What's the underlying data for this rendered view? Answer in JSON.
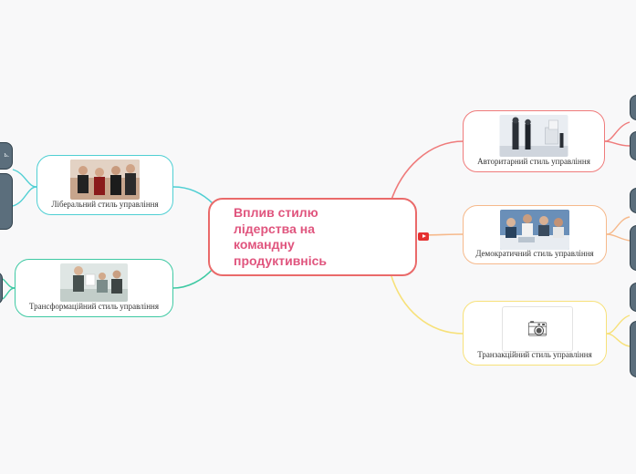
{
  "central_topic": "Вплив стилю лідерства на командну продуктивнісь",
  "branches": {
    "authoritarian": {
      "label": "Авторитарний стиль управління",
      "color": "#ef7b7b"
    },
    "democratic": {
      "label": "Демократичний стиль управління",
      "color": "#f6b98b"
    },
    "transactional": {
      "label": "Транзакційний стиль управління",
      "color": "#f7e17a"
    },
    "liberal": {
      "label": "Ліберальний стиль управління",
      "color": "#4fcfd3"
    },
    "transformational": {
      "label": "Трансформаційний стиль управління",
      "color": "#3ec9a3"
    }
  },
  "icons": {
    "video": "youtube-icon",
    "placeholder": "camera-icon"
  },
  "truncated_text": "ь."
}
